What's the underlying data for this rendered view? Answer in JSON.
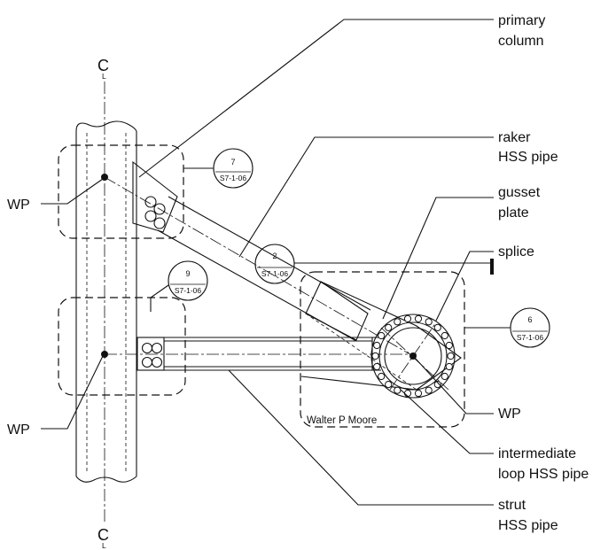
{
  "labels": {
    "primary_column": [
      "primary",
      "column"
    ],
    "raker": [
      "raker",
      "HSS pipe"
    ],
    "gusset": [
      "gusset",
      "plate"
    ],
    "splice": "splice",
    "wp": "WP",
    "intermediate_loop": [
      "intermediate",
      "loop HSS pipe"
    ],
    "strut": [
      "strut",
      "HSS pipe"
    ],
    "centerline": {
      "c": "C",
      "l": "L"
    },
    "watermark": "Walter P Moore"
  },
  "callouts": [
    {
      "number": "7",
      "sheet": "S7-1-06"
    },
    {
      "number": "9",
      "sheet": "S7-1-06"
    },
    {
      "number": "2",
      "sheet": "S7-1-06"
    },
    {
      "number": "6",
      "sheet": "S7-1-06"
    }
  ]
}
